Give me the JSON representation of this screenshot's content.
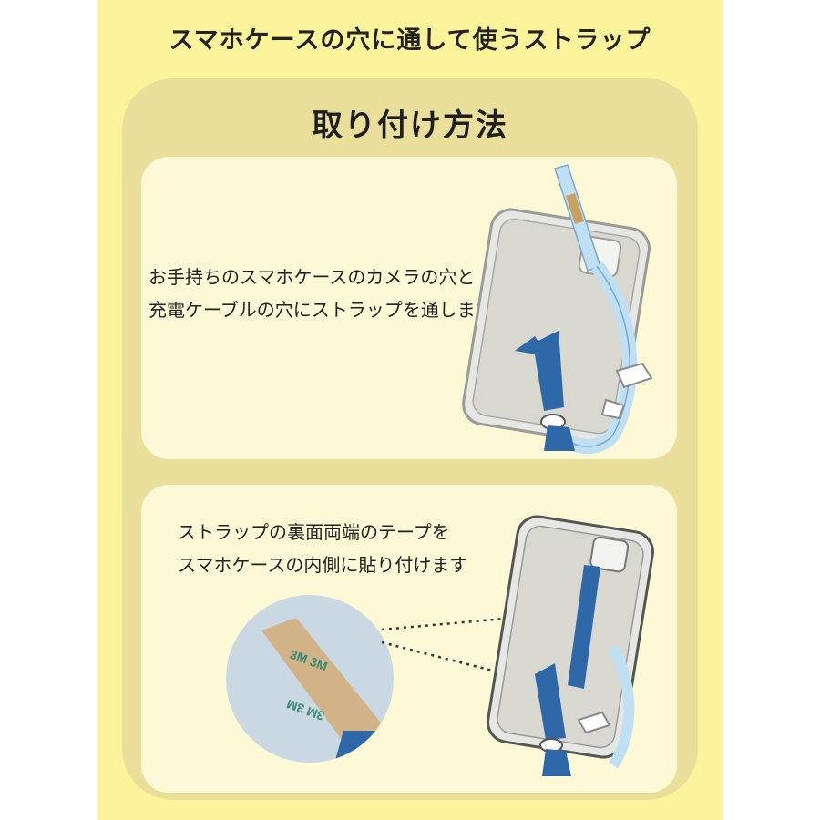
{
  "header": {
    "title": "スマホケースの穴に通して使うストラップ"
  },
  "section": {
    "title": "取り付け方法"
  },
  "steps": [
    {
      "line1": "お手持ちのスマホケースのカメラの穴と",
      "line2": "充電ケーブルの穴にストラップを通します"
    },
    {
      "line1": "ストラップの裏面両端のテープを",
      "line2": "スマホケースの内側に貼り付けます"
    }
  ],
  "zoom_label": {
    "line1": "3M 3M",
    "line2": "3M 3M"
  },
  "colors": {
    "outer_bg": "#fcf39b",
    "panel": "#e9df9a",
    "card": "#fdf8d5",
    "strap_blue": "#2f68a8",
    "tape_kraft": "#d2b387"
  }
}
